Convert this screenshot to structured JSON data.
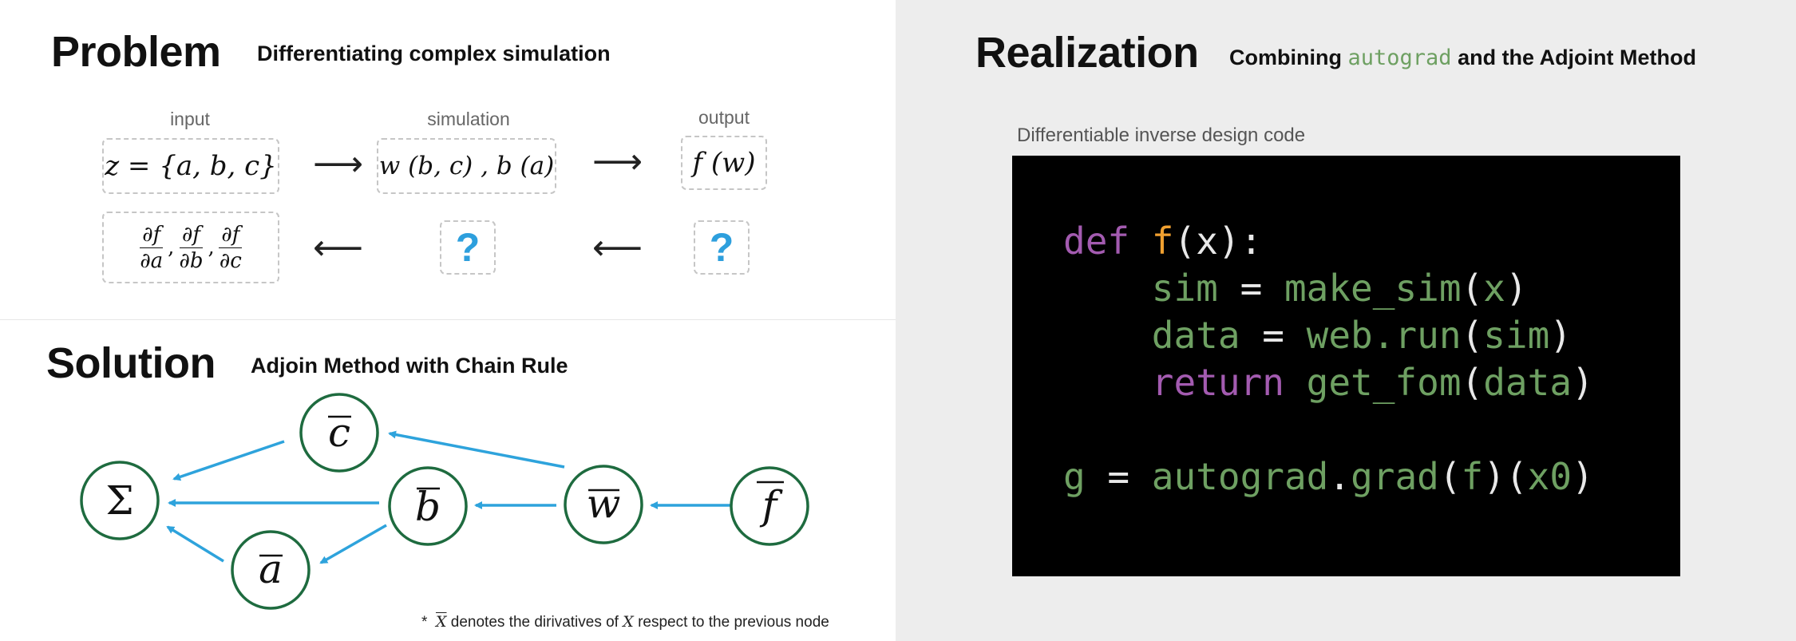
{
  "problem": {
    "title": "Problem",
    "subtitle": "Differentiating complex simulation",
    "captions": {
      "input": "input",
      "simulation": "simulation",
      "output": "output"
    },
    "input_expr": "z = {a, b, c}",
    "sim_expr": "w (b, c) , b (a)",
    "output_expr": "f (w)",
    "grad": {
      "num": "∂f",
      "den_a": "∂a",
      "den_b": "∂b",
      "den_c": "∂c",
      "sep": ","
    },
    "unknown": "?"
  },
  "solution": {
    "title": "Solution",
    "subtitle": "Adjoin Method with Chain Rule",
    "nodes": {
      "sum": "Σ",
      "c": "c",
      "b": "b",
      "a": "a",
      "w": "w",
      "f": "f"
    },
    "footnote": {
      "star": "*",
      "sym": "X",
      "text1": "denotes the dirivatives of",
      "sym2": "X",
      "text2": "respect to the previous node"
    }
  },
  "realization": {
    "title": "Realization",
    "subtitle_pre": "Combining",
    "subtitle_code": "autograd",
    "subtitle_post": "and the Adjoint Method",
    "code_label": "Differentiable inverse design code",
    "code": {
      "l1": {
        "def": "def",
        "fname": "f",
        "rest": "(x):"
      },
      "l2": {
        "indent": "    ",
        "a": "sim",
        "op": " = ",
        "b": "make_sim",
        "p1": "(",
        "c": "x",
        "p2": ")"
      },
      "l3": {
        "indent": "    ",
        "a": "data",
        "op": " = ",
        "b": "web.run",
        "p1": "(",
        "c": "sim",
        "p2": ")"
      },
      "l4": {
        "indent": "    ",
        "kw": "return",
        "sp": " ",
        "b": "get_fom",
        "p1": "(",
        "c": "data",
        "p2": ")"
      },
      "l6": {
        "a": "g",
        "op": " = ",
        "b": "autograd",
        "dot": ".",
        "c": "grad",
        "p1": "(",
        "d": "f",
        "p2": ")(",
        "e": "x0",
        "p3": ")"
      }
    }
  },
  "colors": {
    "node_stroke": "#1e6b3f",
    "arrow": "#2ea3dc",
    "question": "#2d9fdd",
    "code_keyword": "#a35bb0",
    "code_function": "#f0a030",
    "code_green": "#6ea062"
  }
}
